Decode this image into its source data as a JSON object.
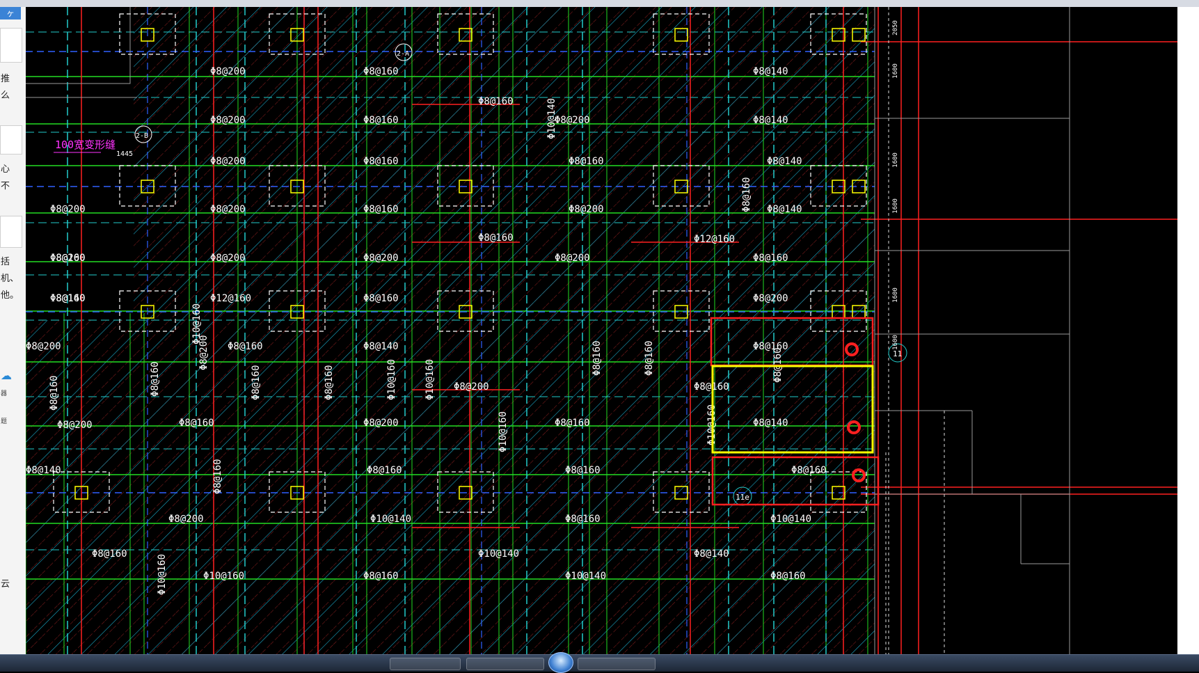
{
  "left_panel": {
    "corner_glyph": "ヶ",
    "labels": [
      "推",
      "么",
      "心",
      "不",
      "括",
      "机、",
      "他。",
      "云"
    ],
    "small_labels": [
      "器",
      "题"
    ]
  },
  "cad": {
    "annotation_magenta": "100宽变形缝",
    "dim_1445": "1445",
    "axis_2a": "2-A",
    "axis_2b": "2-B",
    "axis_11": "11",
    "axis_11e": "11e",
    "right_dims": [
      "2050",
      "1600",
      "1600",
      "1600",
      "1600",
      "1600"
    ],
    "labels": [
      {
        "t": "Φ8@200"
      },
      {
        "t": "Φ8@160"
      },
      {
        "t": "Φ8@140"
      },
      {
        "t": "Φ8@200"
      },
      {
        "t": "Φ8@160"
      },
      {
        "t": "Φ8@160"
      },
      {
        "t": "Φ8@200"
      },
      {
        "t": "Φ8@140"
      },
      {
        "t": "Φ8@200"
      },
      {
        "t": "Φ8@160"
      },
      {
        "t": "Φ8@160"
      },
      {
        "t": "Φ8@140"
      },
      {
        "t": "Φ8@200"
      },
      {
        "t": "Φ8@200"
      },
      {
        "t": "Φ8@160"
      },
      {
        "t": "Φ8@200"
      },
      {
        "t": "Φ8@140"
      },
      {
        "t": "Φ8@160"
      },
      {
        "t": "Φ12@160"
      },
      {
        "t": "Φ8@200"
      },
      {
        "t": "Φ8@200"
      },
      {
        "t": "Φ8@200"
      },
      {
        "t": "Φ8@200"
      },
      {
        "t": "Φ8@160"
      },
      {
        "t": "Φ8@140"
      },
      {
        "t": "Φ12@160"
      },
      {
        "t": "Φ8@160"
      },
      {
        "t": "Φ8@200"
      },
      {
        "t": "Φ8@200"
      },
      {
        "t": "Φ8@160"
      },
      {
        "t": "Φ8@140"
      },
      {
        "t": "Φ8@160"
      },
      {
        "t": "Φ8@200"
      },
      {
        "t": "Φ8@160"
      },
      {
        "t": "Φ8@140"
      },
      {
        "t": "Φ8@160"
      },
      {
        "t": "Φ8@200"
      },
      {
        "t": "Φ8@160"
      },
      {
        "t": "Φ8@140"
      },
      {
        "t": "Φ8@160"
      },
      {
        "t": "Φ8@160"
      },
      {
        "t": "Φ8@160"
      },
      {
        "t": "Φ8@200"
      },
      {
        "t": "Φ10@140"
      },
      {
        "t": "Φ8@160"
      },
      {
        "t": "Φ10@140"
      },
      {
        "t": "Φ8@160"
      },
      {
        "t": "Φ10@140"
      },
      {
        "t": "Φ8@140"
      },
      {
        "t": "Φ10@160"
      },
      {
        "t": "Φ8@160"
      },
      {
        "t": "Φ10@140"
      },
      {
        "t": "Φ8@160"
      },
      {
        "t": "Φ8@160"
      },
      {
        "t": "Φ8@160"
      },
      {
        "t": "Φ8@200"
      },
      {
        "t": "Φ8@200"
      },
      {
        "t": "Φ10@140"
      },
      {
        "t": "Φ8@160"
      },
      {
        "t": "Φ8@160"
      },
      {
        "t": "Φ8@160"
      },
      {
        "t": "Φ8@160"
      },
      {
        "t": "Φ8@160"
      },
      {
        "t": "Φ10@160"
      },
      {
        "t": "Φ10@160"
      },
      {
        "t": "Φ8@160"
      },
      {
        "t": "Φ8@160"
      },
      {
        "t": "Φ10@160"
      },
      {
        "t": "Φ10@160"
      },
      {
        "t": "Φ10@160"
      },
      {
        "t": "Φ8@160"
      },
      {
        "t": "Φ8@160"
      },
      {
        "t": "Φ10@160"
      }
    ]
  },
  "colors": {
    "background": "#000000",
    "green": "#22dd22",
    "red": "#ff2020",
    "cyan": "#22cccc",
    "blue": "#3060ff",
    "white": "#ffffff",
    "yellow": "#ffff00",
    "magenta": "#ff33ff",
    "hatch_red": "#7a1a1a",
    "hatch_cyan": "#1aa8c8"
  }
}
